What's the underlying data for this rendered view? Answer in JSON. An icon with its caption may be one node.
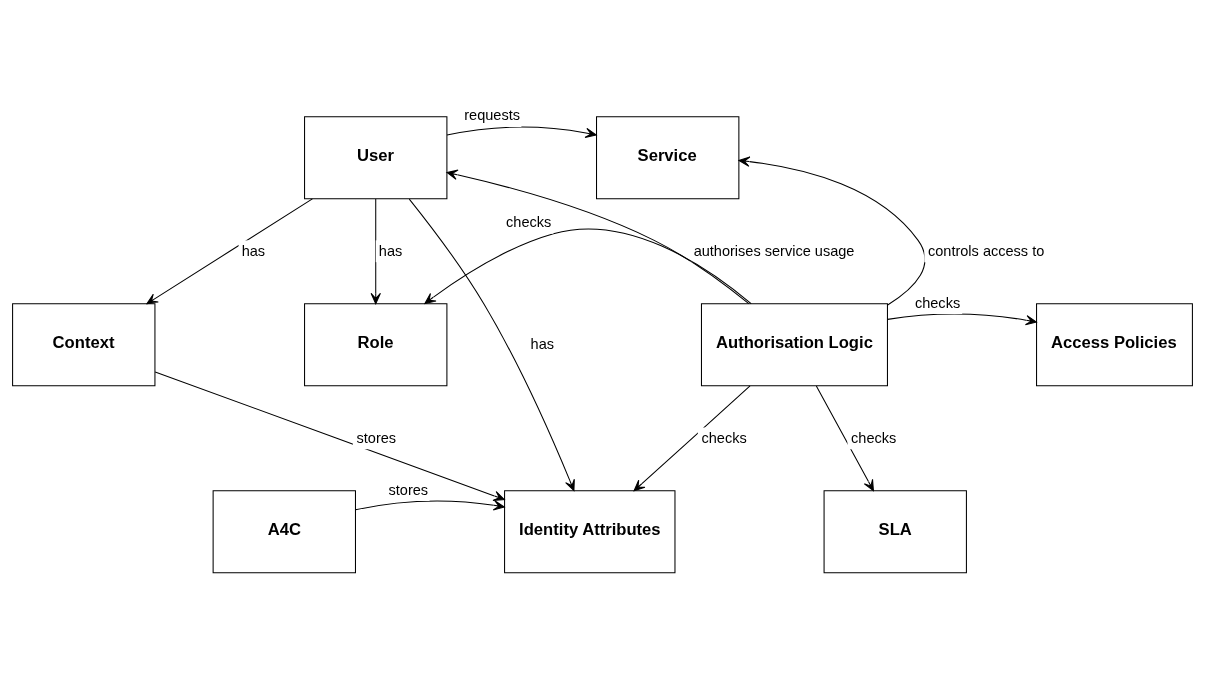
{
  "diagram": {
    "nodes": [
      {
        "text": [
          "User"
        ]
      },
      {
        "text": [
          "Service"
        ]
      },
      {
        "text": [
          "Context"
        ]
      },
      {
        "text": [
          "Role"
        ]
      },
      {
        "text": [
          "Access Policies"
        ]
      },
      {
        "text": [
          "Authorisation Logic"
        ]
      },
      {
        "text": [
          "A4C"
        ]
      },
      {
        "text": [
          "Identity Attributes"
        ]
      },
      {
        "text": [
          "SLA"
        ]
      }
    ],
    "edges": [
      {
        "from": 0,
        "to": 1,
        "arrow": "to",
        "label": "requests"
      },
      {
        "from": 5,
        "to": 0,
        "arrow": "to",
        "label": "authorises service usage"
      },
      {
        "from": 0,
        "to": 2,
        "arrow": "to",
        "label": "has"
      },
      {
        "from": 0,
        "to": 3,
        "arrow": "to",
        "label": "has"
      },
      {
        "from": 0,
        "to": 7,
        "arrow": "to",
        "label": "has"
      },
      {
        "from": 5,
        "to": 1,
        "arrow": "to",
        "label": "controls access to"
      },
      {
        "from": 5,
        "to": 3,
        "arrow": "to",
        "label": "checks"
      },
      {
        "from": 5,
        "to": 4,
        "arrow": "to",
        "label": "checks"
      },
      {
        "from": 5,
        "to": 7,
        "arrow": "to",
        "label": "checks"
      },
      {
        "from": 5,
        "to": 8,
        "arrow": "to",
        "label": "checks"
      },
      {
        "from": 2,
        "to": 7,
        "arrow": "to",
        "label": "stores"
      },
      {
        "from": 6,
        "to": 7,
        "arrow": "to",
        "label": "stores"
      }
    ]
  }
}
